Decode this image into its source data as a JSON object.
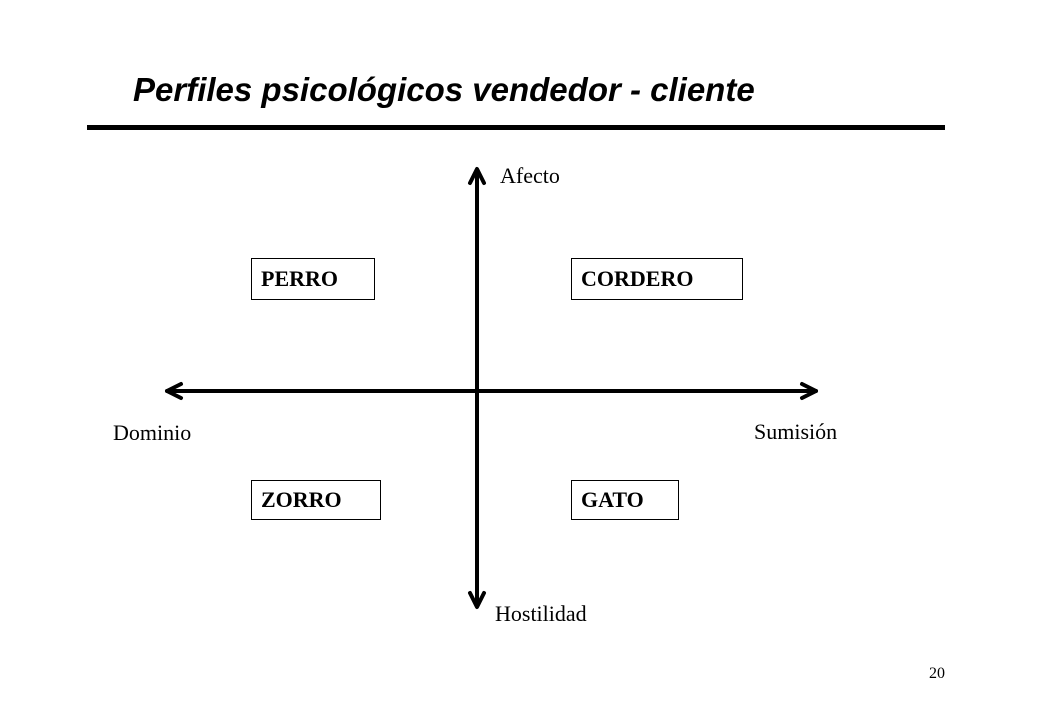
{
  "slide": {
    "title": "Perfiles psicológicos vendedor - cliente",
    "page_number": "20"
  },
  "axes": {
    "top": "Afecto",
    "bottom": "Hostilidad",
    "left": "Dominio",
    "right": "Sumisión"
  },
  "quadrants": {
    "top_left": "PERRO",
    "top_right": "CORDERO",
    "bottom_left": "ZORRO",
    "bottom_right": "GATO"
  },
  "colors": {
    "line": "#000000",
    "background": "#ffffff"
  }
}
